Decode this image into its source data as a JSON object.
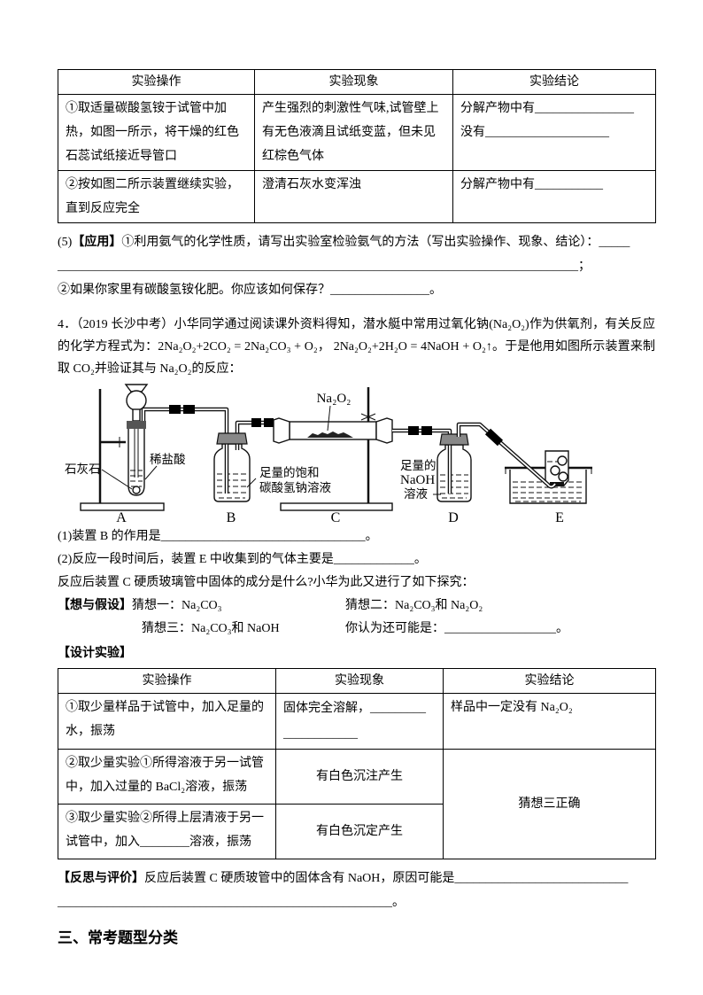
{
  "page": {
    "background": "#ffffff",
    "text_color": "#000000"
  },
  "table1": {
    "headers": [
      "实验操作",
      "实验现象",
      "实验结论"
    ],
    "row1": {
      "operation": "①取适量碳酸氢铵于试管中加热，如图一所示，将干燥的红色石蕊试纸接近导管口",
      "phenomenon": "产生强烈的刺激性气味,试管壁上有无色液滴且试纸变蓝，但未见红棕色气体",
      "conclusion_line1": "分解产物中有________________",
      "conclusion_line2": "没有____________________"
    },
    "row2": {
      "operation": "②按如图二所示装置继续实验，直到反应完全",
      "phenomenon": "澄清石灰水变浑浊",
      "conclusion_line1": "分解产物中有___________"
    }
  },
  "section5": {
    "lead": "(5)",
    "tag": "【应用】",
    "text1": "①利用氨气的化学性质，请写出实验室检验氨气的方法（写出实验操作、现象、结论）：_____",
    "blank_line": "____________________________________________________________________________________；",
    "text2": "②如果你家里有碳酸氢铵化肥。你应该如何保存？________________。"
  },
  "question4": {
    "text": "4．（2019 长沙中考）小华同学通过阅读课外资料得知，潜水艇中常用过氧化钠(Na₂O₂)作为供氧剂，有关反应的化学方程式为：2Na₂O₂+2CO₂ = 2Na₂CO₃ + O₂，  2Na₂O₂+2H₂O = 4NaOH + O₂↑。于是他用如图所示装置来制取 CO₂并验证其与 Na₂O₂的反应："
  },
  "diagram": {
    "labels": {
      "limestone": "石灰石",
      "dilute_acid": "稀盐酸",
      "b_line1": "足量的饱和",
      "b_line2": "碳酸氢钠溶液",
      "na2o2": "Na₂O₂",
      "d_line1": "足量的",
      "d_line2": "NaOH",
      "d_line3": "溶液"
    },
    "letters": [
      "A",
      "B",
      "C",
      "D",
      "E"
    ]
  },
  "subquestions": {
    "q1": "(1)装置 B 的作用是_________________________________。",
    "q2": "(2)反应一段时间后，装置 E 中收集到的气体主要是_____________。",
    "q3": "反应后装置 C 硬质玻璃管中固体的成分是什么?小华为此又进行了如下探究："
  },
  "hypothesis": {
    "tag": "【想与假设】",
    "guess1": "猜想一：Na₂CO₃",
    "guess2": "猜想二：Na₂CO₃和 Na₂O₂",
    "guess3": "猜想三：Na₂CO₃和 NaOH",
    "other": "你认为还可能是：__________________。"
  },
  "design": {
    "tag": "【设计实验】"
  },
  "table2": {
    "headers": [
      "实验操作",
      "实验现象",
      "实验结论"
    ],
    "row1": {
      "operation": "①取少量样品于试管中，加入足量的水，振荡",
      "phenomenon_line1": "固体完全溶解，_________",
      "phenomenon_line2": "____________",
      "conclusion": "样品中一定没有 Na₂O₂"
    },
    "row2": {
      "operation": "②取少量实验①所得溶液于另一试管中，加入过量的 BaCl₂溶液，振荡",
      "phenomenon": "有白色沉注产生"
    },
    "row3": {
      "operation": "③取少量实验②所得上层清液于另一试管中，加入________溶液，振荡",
      "phenomenon": "有白色沉定产生"
    },
    "merged_conclusion": "猜想三正确"
  },
  "reflection": {
    "tag": "【反思与评价】",
    "text": "反应后装置 C 硬质玻管中的固体含有 NaOH，原因可能是____________________________",
    "line2": "______________________________________________________。"
  },
  "heading3": "三、常考题型分类"
}
